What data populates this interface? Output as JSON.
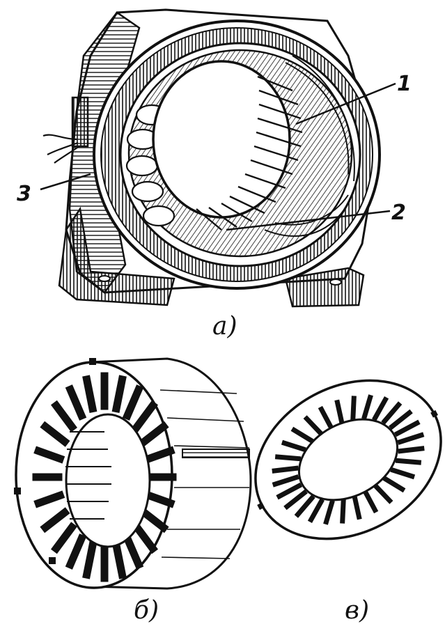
{
  "figure": {
    "panel_a": {
      "caption": "а)",
      "callouts": [
        "1",
        "2",
        "3"
      ]
    },
    "panel_b": {
      "caption": "б)"
    },
    "panel_v": {
      "caption": "в)"
    }
  },
  "colors": {
    "ink": "#111111",
    "paper": "#ffffff"
  }
}
